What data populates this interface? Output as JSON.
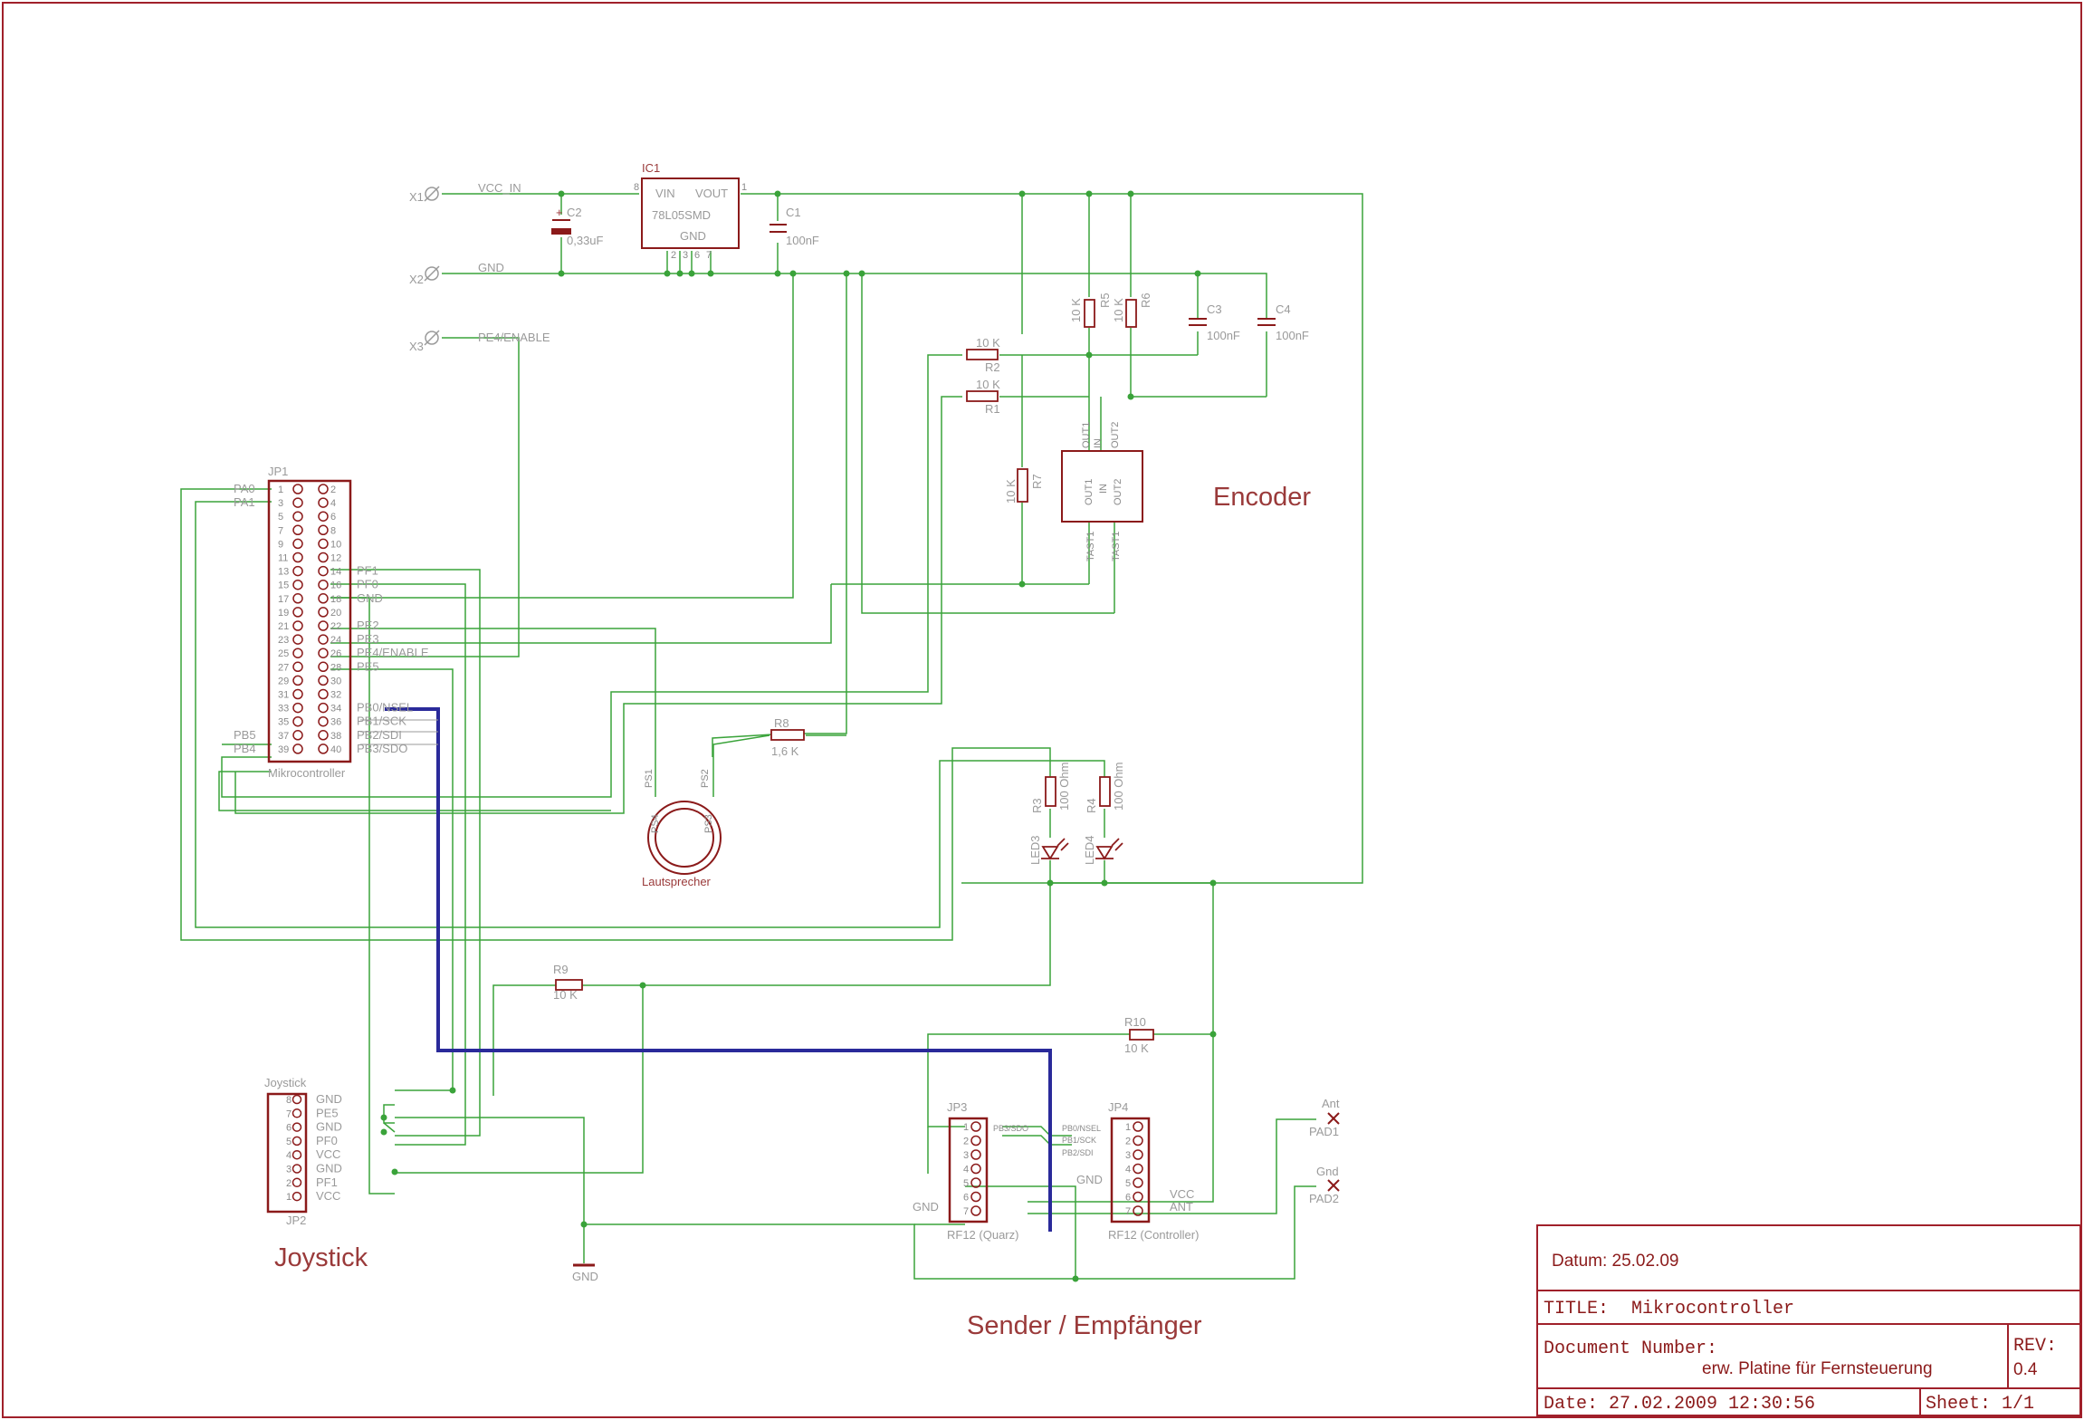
{
  "colors": {
    "frame": "#a0202a",
    "wire": "#3aa33a",
    "symbol": "#8b1a1a",
    "bus": "#2a2a9a",
    "label": "#9a9a9a"
  },
  "title_block": {
    "datum": "Datum: 25.02.09",
    "title_label": "TITLE:",
    "title_value": "Mikrocontroller",
    "docnum_label": "Document Number:",
    "docnum_value": "erw. Platine für Fernsteuerung",
    "rev_label": "REV:",
    "rev_value": "0.4",
    "date": "Date: 27.02.2009 12:30:56",
    "sheet": "Sheet: 1/1"
  },
  "section_labels": {
    "encoder": "Encoder",
    "joystick": "Joystick",
    "sender": "Sender / Empfänger"
  },
  "power": {
    "x1": "X1",
    "x2": "X2",
    "x3": "X3",
    "vcc_in": "VCC_IN",
    "gnd": "GND",
    "pe4_enable": "PE4/ENABLE"
  },
  "ic1": {
    "name": "IC1",
    "part": "78L05SMD",
    "vin": "VIN",
    "vout": "VOUT",
    "gnd": "GND",
    "pin8": "8",
    "pin1": "1",
    "pins_gnd": [
      "2",
      "3",
      "6",
      "7"
    ]
  },
  "capacitors": [
    {
      "name": "C2",
      "value": "0,33uF",
      "polarity": "+"
    },
    {
      "name": "C1",
      "value": "100nF"
    },
    {
      "name": "C3",
      "value": "100nF"
    },
    {
      "name": "C4",
      "value": "100nF"
    }
  ],
  "resistors": [
    {
      "name": "R1",
      "value": "10 K"
    },
    {
      "name": "R2",
      "value": "10 K"
    },
    {
      "name": "R5",
      "value": "10 K"
    },
    {
      "name": "R6",
      "value": "10 K"
    },
    {
      "name": "R7",
      "value": "10 K"
    },
    {
      "name": "R8",
      "value": "1,6 K"
    },
    {
      "name": "R3",
      "value": "100 Ohm"
    },
    {
      "name": "R4",
      "value": "100 Ohm"
    },
    {
      "name": "R9",
      "value": "10 K"
    },
    {
      "name": "R10",
      "value": "10 K"
    }
  ],
  "leds": [
    "LED3",
    "LED4"
  ],
  "encoder_pins": {
    "out1": "OUT1",
    "in_left": "IN",
    "out2": "OUT2",
    "tast1": "TAST1",
    "tast2": "TAST1",
    "center": [
      "OUT1",
      "IN",
      "OUT2"
    ]
  },
  "speaker": {
    "name": "Lautsprecher",
    "ps1": "PS1",
    "ps2": "PS2",
    "ps3": "PS3",
    "ps4": "PS4"
  },
  "jp1": {
    "name": "JP1",
    "value": "Mikrocontroller",
    "left_pins": [
      "1",
      "3",
      "5",
      "7",
      "9",
      "11",
      "13",
      "15",
      "17",
      "19",
      "21",
      "23",
      "25",
      "27",
      "29",
      "31",
      "33",
      "35",
      "37",
      "39"
    ],
    "right_pins": [
      "2",
      "4",
      "6",
      "8",
      "10",
      "12",
      "14",
      "16",
      "18",
      "20",
      "22",
      "24",
      "26",
      "28",
      "30",
      "32",
      "34",
      "36",
      "38",
      "40"
    ],
    "left_signals": [
      {
        "row": 0,
        "text": "PA0"
      },
      {
        "row": 1,
        "text": "PA1"
      },
      {
        "row": 18,
        "text": "PB5"
      },
      {
        "row": 19,
        "text": "PB4"
      }
    ],
    "right_signals": [
      {
        "row": 6,
        "text": "PF1"
      },
      {
        "row": 7,
        "text": "PF0"
      },
      {
        "row": 8,
        "text": "GND"
      },
      {
        "row": 10,
        "text": "PE2"
      },
      {
        "row": 11,
        "text": "PE3"
      },
      {
        "row": 12,
        "text": "PE4/ENABLE"
      },
      {
        "row": 13,
        "text": "PE5"
      },
      {
        "row": 16,
        "text": "PB0/NSEL"
      },
      {
        "row": 17,
        "text": "PB1/SCK"
      },
      {
        "row": 18,
        "text": "PB2/SDI"
      },
      {
        "row": 19,
        "text": "PB3/SDO"
      }
    ]
  },
  "jp2": {
    "name": "JP2",
    "value": "Joystick",
    "pins": [
      "8",
      "7",
      "6",
      "5",
      "4",
      "3",
      "2",
      "1"
    ],
    "signals": [
      "GND",
      "PE5",
      "GND",
      "PF0",
      "VCC",
      "GND",
      "PF1",
      "VCC"
    ]
  },
  "jp3": {
    "name": "JP3",
    "value": "RF12 (Quarz)",
    "pins": [
      "1",
      "2",
      "3",
      "4",
      "5",
      "6",
      "7"
    ],
    "pin1_signal": "PB3/SDO",
    "gnd": "GND"
  },
  "jp4": {
    "name": "JP4",
    "value": "RF12 (Controller)",
    "pins": [
      "1",
      "2",
      "3",
      "4",
      "5",
      "6",
      "7"
    ],
    "signals_left": [
      "PB0/NSEL",
      "PB1/SCK",
      "PB2/SDI"
    ],
    "gnd": "GND",
    "vcc": "VCC",
    "ant": "ANT"
  },
  "pads": [
    {
      "name": "PAD1",
      "value": "Ant"
    },
    {
      "name": "PAD2",
      "value": "Gnd"
    }
  ],
  "gnd_symbol": "GND"
}
